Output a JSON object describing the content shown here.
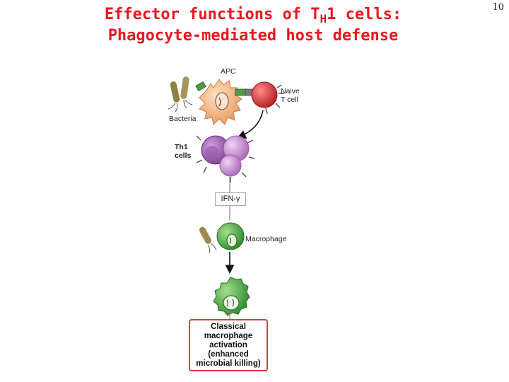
{
  "title": {
    "line1_before": "Effector functions of T",
    "line1_sub": "H",
    "line1_after": "1 cells:",
    "line2": "Phagocyte-mediated host defense"
  },
  "slide_number": "10",
  "labels": {
    "apc": "APC",
    "naive_t_cell_line1": "Naive",
    "naive_t_cell_line2": "T cell",
    "bacteria": "Bacteria",
    "th1_line1": "Th1",
    "th1_line2": "cells",
    "ifn": "IFN-γ",
    "macrophage": "Macrophage"
  },
  "outcome": {
    "lines": [
      "Classical",
      "macrophage",
      "activation",
      "(enhanced",
      "microbial killing)"
    ]
  },
  "colors": {
    "title": "#e8171f",
    "apc": "#f2b27c",
    "t_cell": "#d92b2b",
    "th1": "#c58ad3",
    "macrophage": "#4aa841",
    "bacteria": "#9b8a4f",
    "outcome_border": "#e2383b"
  }
}
